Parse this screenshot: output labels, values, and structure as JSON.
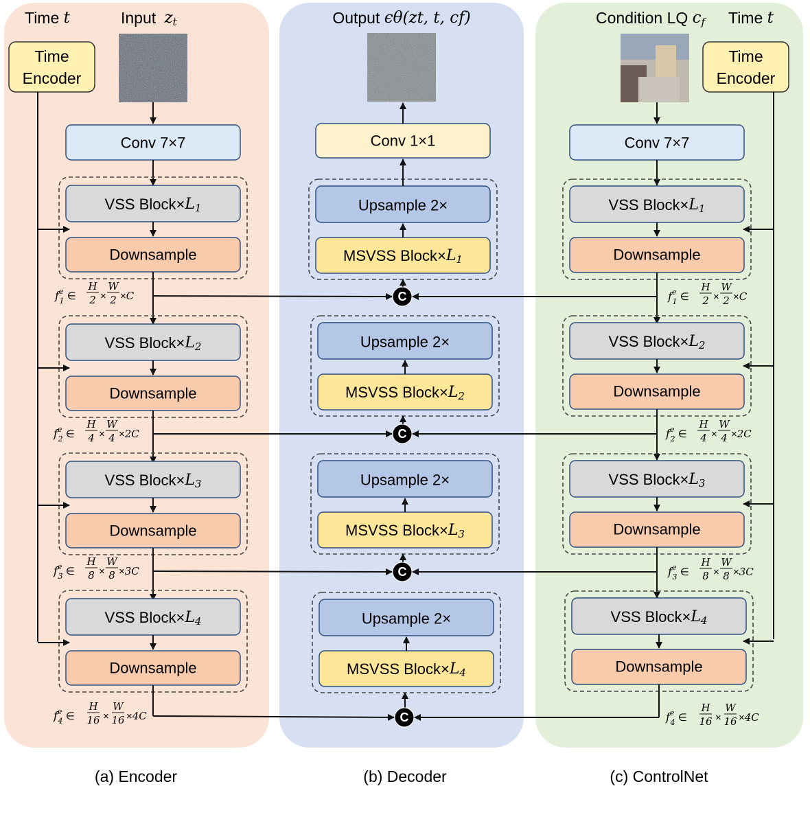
{
  "colors": {
    "encoder_panel": "#fbe3d6",
    "decoder_panel": "#d6e0f2",
    "controlnet_panel": "#e3efd9",
    "time_encoder": "#fff2b3",
    "conv_blue": "#dceaf7",
    "conv_yellow": "#fff2cc",
    "vss_block": "#d9d9d9",
    "downsample": "#f8cbad",
    "upsample": "#b4c7e7",
    "msvss_block": "#ffe699",
    "concat_node": "#000000"
  },
  "encoder": {
    "time_label": "Time ",
    "time_var": "t",
    "input_label": "Input ",
    "input_var": "z",
    "input_sub": "t",
    "time_encoder": [
      "Time",
      "Encoder"
    ],
    "conv": "Conv 7×7",
    "stages": [
      {
        "block": "VSS Block×",
        "L": "L",
        "sub": "1",
        "down": "Downsample",
        "f_sub": "1",
        "h": "2",
        "w": "2",
        "c": "C"
      },
      {
        "block": "VSS Block×",
        "L": "L",
        "sub": "2",
        "down": "Downsample",
        "f_sub": "2",
        "h": "4",
        "w": "4",
        "c": "2C"
      },
      {
        "block": "VSS Block×",
        "L": "L",
        "sub": "3",
        "down": "Downsample",
        "f_sub": "3",
        "h": "8",
        "w": "8",
        "c": "3C"
      },
      {
        "block": "VSS Block×",
        "L": "L",
        "sub": "4",
        "down": "Downsample",
        "f_sub": "4",
        "h": "16",
        "w": "16",
        "c": "4C"
      }
    ],
    "caption": "(a) Encoder"
  },
  "decoder": {
    "output_label": "Output ",
    "output_formula": "ϵθ(zt, t, cf)",
    "conv": "Conv 1×1",
    "stages": [
      {
        "up": "Upsample 2×",
        "block": "MSVSS Block×",
        "L": "L",
        "sub": "1"
      },
      {
        "up": "Upsample 2×",
        "block": "MSVSS Block×",
        "L": "L",
        "sub": "2"
      },
      {
        "up": "Upsample 2×",
        "block": "MSVSS Block×",
        "L": "L",
        "sub": "3"
      },
      {
        "up": "Upsample 2×",
        "block": "MSVSS Block×",
        "L": "L",
        "sub": "4"
      }
    ],
    "concat_symbol": "C",
    "caption": "(b) Decoder"
  },
  "controlnet": {
    "condition_label": "Condition LQ ",
    "condition_var": "c",
    "condition_sub": "f",
    "time_label": "Time ",
    "time_var": "t",
    "time_encoder": [
      "Time",
      "Encoder"
    ],
    "conv": "Conv 7×7",
    "stages": [
      {
        "block": "VSS Block×",
        "L": "L",
        "sub": "1",
        "down": "Downsample",
        "f_sub": "1",
        "h": "2",
        "w": "2",
        "c": "C"
      },
      {
        "block": "VSS Block×",
        "L": "L",
        "sub": "2",
        "down": "Downsample",
        "f_sub": "2",
        "h": "4",
        "w": "4",
        "c": "2C"
      },
      {
        "block": "VSS Block×",
        "L": "L",
        "sub": "3",
        "down": "Downsample",
        "f_sub": "3",
        "h": "8",
        "w": "8",
        "c": "3C"
      },
      {
        "block": "VSS Block×",
        "L": "L",
        "sub": "4",
        "down": "Downsample",
        "f_sub": "4",
        "h": "16",
        "w": "16",
        "c": "4C"
      }
    ],
    "caption": "(c) ControlNet"
  },
  "feature_formula": {
    "f": "f",
    "sup": "e",
    "in": " ∈ ",
    "H": "H",
    "W": "W",
    "times": "×"
  }
}
